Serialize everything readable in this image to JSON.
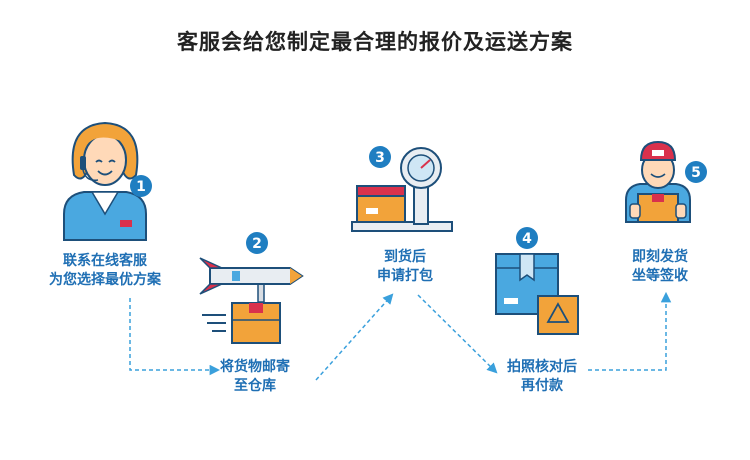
{
  "title": "客服会给您制定最合理的报价及运送方案",
  "colors": {
    "accent": "#1f7ec1",
    "line": "#3aa0dc",
    "box": "#f2a33a",
    "ribbon": "#d9314c"
  },
  "steps": [
    {
      "number": "1",
      "lines": [
        "联系在线客服",
        "为您选择最优方案"
      ],
      "icon": "customer-service-agent-icon"
    },
    {
      "number": "2",
      "lines": [
        "将货物邮寄",
        "至仓库"
      ],
      "icon": "rocket-package-icon"
    },
    {
      "number": "3",
      "lines": [
        "到货后",
        "申请打包"
      ],
      "icon": "weighing-scale-icon"
    },
    {
      "number": "4",
      "lines": [
        "拍照核对后",
        "再付款"
      ],
      "icon": "boxes-icon"
    },
    {
      "number": "5",
      "lines": [
        "即刻发货",
        "坐等签收"
      ],
      "icon": "delivery-courier-icon"
    }
  ]
}
